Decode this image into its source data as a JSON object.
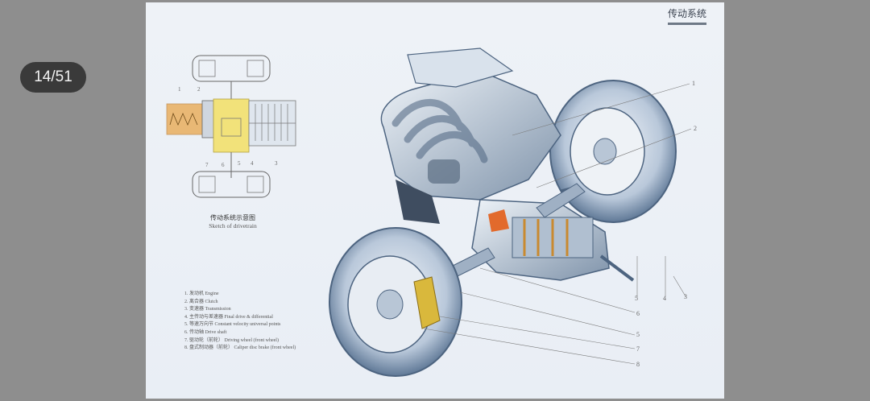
{
  "viewer": {
    "page_counter": "14/51"
  },
  "page": {
    "title": "传动系统",
    "sketch": {
      "caption_cn": "传动系统示意图",
      "caption_en": "Sketch of drivetrain",
      "numbers": [
        "1",
        "2",
        "7",
        "6",
        "5",
        "4",
        "3"
      ]
    },
    "legend": [
      "1. 发动机  Engine",
      "2. 离合器  Clutch",
      "3. 变速器  Transmission",
      "4. 主传动与差速器  Final drive & differential",
      "5. 等速万向节  Constant velocity universal points",
      "6. 传动轴  Drive shaft",
      "7. 驱动轮（前轮）  Driving wheel (front wheel)",
      "8. 盘式制动器（前轮）  Caliper disc brake (front wheel)"
    ],
    "callouts": [
      "1",
      "2",
      "5",
      "4",
      "3",
      "6",
      "5",
      "7",
      "8"
    ]
  },
  "colors": {
    "accent_clutch": "#e8a64a",
    "accent_final_drive": "#f2e27a",
    "brake_caliper": "#d9b83c"
  }
}
